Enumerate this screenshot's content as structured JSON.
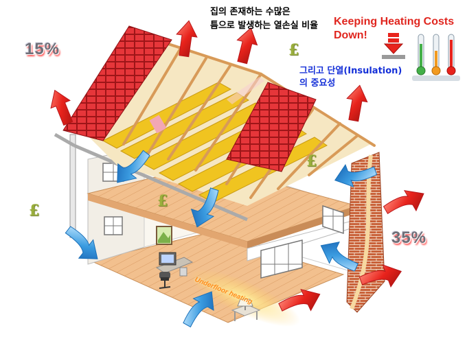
{
  "annotation_top_kr": {
    "line1": "집의 존재하는 수많은",
    "line2": "틈으로 발생하는 열손실 비율"
  },
  "annotation_insulation_kr": {
    "line1": "그리고 단열(Insulation)",
    "line2": "의 중요성"
  },
  "title": {
    "line1": "Keeping Heating Costs",
    "line2": "Down!"
  },
  "heat_loss_labels": {
    "roof": "15%",
    "walls": "35%"
  },
  "currency_symbol": "£",
  "underfloor_label": "Underfloor heating",
  "colors": {
    "heat_arrow_red": "#e8231c",
    "cold_arrow_blue": "#2a8fd8",
    "roof_tile": "#d8242a",
    "insulation": "#f0c420",
    "timber": "#e0a86a",
    "floor": "#f2c08e",
    "brick": "#c9623a",
    "percent_grey": "#6f6f78",
    "pound_green": "#9aaf3c"
  },
  "icons": [
    "thermometer-icon",
    "down-arrow-icon",
    "computer-icon",
    "office-chair-icon",
    "lamp-icon",
    "window-icon",
    "picture-frame-icon"
  ]
}
